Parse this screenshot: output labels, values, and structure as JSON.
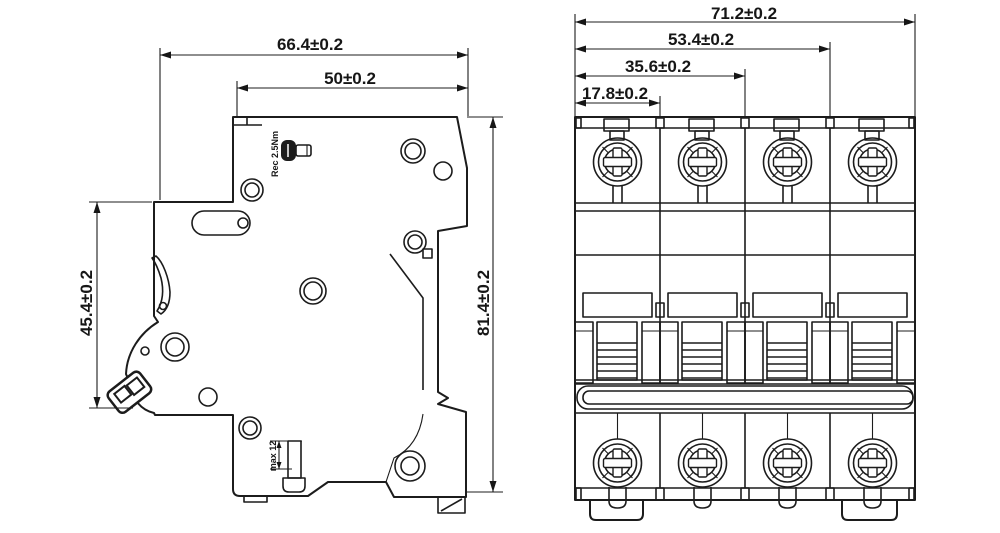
{
  "drawing": {
    "type": "technical-drawing",
    "subject": "4-pole miniature circuit breaker, side and front views",
    "colors": {
      "line": "#1c1c1c",
      "background": "#ffffff"
    }
  },
  "side_view": {
    "dim_width_overall": "66.4±0.2",
    "dim_width_top": "50±0.2",
    "dim_height_front": "45.4±0.2",
    "dim_height_overall": "81.4±0.2",
    "note_torque": "Rec 2.5Nm",
    "note_strip": "max 12"
  },
  "front_view": {
    "poles": 4,
    "dim_width_overall": "71.2±0.2",
    "dim_width_3pole": "53.4±0.2",
    "dim_width_2pole": "35.6±0.2",
    "dim_width_1pole": "17.8±0.2"
  }
}
